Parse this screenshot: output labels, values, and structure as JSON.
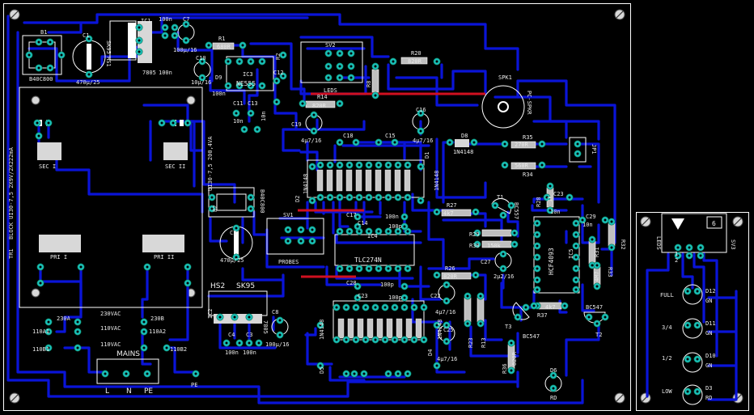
{
  "board": {
    "colors": {
      "background": "#000000",
      "trace": "#0a14d8",
      "pad": "#19c0b8",
      "silkscreen": "#ffffff",
      "jumper": "#d01020",
      "resistor_body": "#bfbfbf"
    }
  },
  "labels": {
    "b1": "B1",
    "b1_value": "B40C800",
    "c1": "C1",
    "c1_value": "470µ/25",
    "ic1": "IC1",
    "ic1_sk": "SK95",
    "hs1": "HS1",
    "ic1_value": "7805",
    "c7": "C7",
    "c5": "C5",
    "c5_value": "100n",
    "c6": "C6",
    "c6_value": "100n",
    "c7_value": "100µ/16",
    "r1": "R1",
    "r1_value": "680R",
    "ic3": "IC3",
    "ic3_value": "NE555",
    "r2": "R2",
    "r2_value": "8k2",
    "sv2": "SV2",
    "leds_sv2": "LEDS",
    "r20": "R20",
    "r20_value": "820R",
    "r8": "R8",
    "r8_value": "820R",
    "spk1": "SPK1",
    "spk1_value": "PC-SPKR",
    "c10": "C10",
    "c10_value": "10µ/16",
    "d9": "D9",
    "c12": "C12",
    "c11": "C11",
    "c13": "C13",
    "c11_value": "10n",
    "c13_value": "10n",
    "c12_value": "100n",
    "r14": "R14",
    "r14_value": "820R",
    "c19": "C19",
    "c19_value": "4µ7/16",
    "c18": "C18",
    "c15": "C15",
    "c16": "C16",
    "c16_value": "4µ7/16",
    "d8": "D8",
    "d8_value": "1N4148",
    "r35": "R35",
    "r35_value": "270R",
    "r36_value": "560R",
    "r34": "R34",
    "jp1": "JP1",
    "tr1": "TR1",
    "tr1_block": "BLOCK UI30-7,5 2X9V/2X222mA",
    "tr2_block": "UI30-7,5 200,4VA",
    "sec1": "SEC I",
    "sec2": "SEC II",
    "pri1": "PRI I",
    "pri2": "PRI II",
    "b2": "B2",
    "b2_value": "B40C800",
    "c2": "C2",
    "c2_value": "470µ/25",
    "sv1": "SV1",
    "probes": "PROBES",
    "ic4": "IC4",
    "ic4_value": "TLC274N",
    "c14": "C14",
    "c17": "C17",
    "c14_value": "100p",
    "c17_value": "100n",
    "c28": "C28",
    "c28_value": "100p",
    "c23b": "C23",
    "c23b_value": "100p",
    "r27": "R27",
    "r27_value": "4k7",
    "r26": "R26",
    "r26_value": "820R",
    "c22": "C22",
    "c22_value": "4µ7/16",
    "c25": "C25",
    "c25_value": "4µ7/16",
    "r29": "R29",
    "r30": "R30",
    "r30_value": "150k",
    "c27": "C27",
    "c27_value": "2µ2/16",
    "t1": "T1",
    "t1_value": "BC557",
    "r28": "R28",
    "r28_value": "1k",
    "c23": "C23",
    "c23_value": "10n",
    "c29": "C29",
    "c29_value": "10n",
    "ic5": "IC5",
    "ic5_value": "HCF4093",
    "r31": "R31",
    "r32": "R32",
    "r33": "R33",
    "r31_value": "4M7",
    "r37": "R37",
    "r37_value": "4k7",
    "t2": "T2",
    "t2_value": "BC547",
    "t3": "T3",
    "t3_value": "BC547",
    "r36": "R36",
    "r36b_value": "820R",
    "d6": "D6",
    "d6_value": "RD",
    "hs2": "HS2",
    "hs2_sk": "SK95",
    "ic2": "IC2",
    "ic2_value": "7805",
    "c3": "C3",
    "c4": "C4",
    "c3_value": "100n",
    "c4_value": "100n",
    "c8": "C8",
    "c8_value": "100µ/16",
    "j230a": "230A",
    "j230b": "230B",
    "j230vac": "230VAC",
    "j110a1": "110A1",
    "j110a2": "110A2",
    "j110vac1": "110VAC",
    "j110vac2": "110VAC",
    "j110b1": "110B1",
    "j110b2": "110B2",
    "mains": "MAINS",
    "l": "L",
    "n": "N",
    "pe": "PE",
    "pe2": "PE",
    "d5": "D5",
    "d5_value": "1N4148",
    "d4": "D4",
    "d4_value": "1N4148",
    "d1": "D1",
    "d1_value": "1N4148",
    "d2": "D2",
    "d2_value": "1N4148",
    "r23": "R23",
    "r13": "R13",
    "leds_bd": "LEDS",
    "sv3": "SV3",
    "full": "FULL",
    "three_q": "3/4",
    "half": "1/2",
    "low": "LOW",
    "d12": "D12",
    "d11": "D11",
    "d10": "D10",
    "d3": "D3",
    "gn1": "GN",
    "gn2": "GN",
    "gn3": "GN",
    "rd": "RD",
    "pin6": "6",
    "pin1": "1",
    "pin2": "2"
  }
}
